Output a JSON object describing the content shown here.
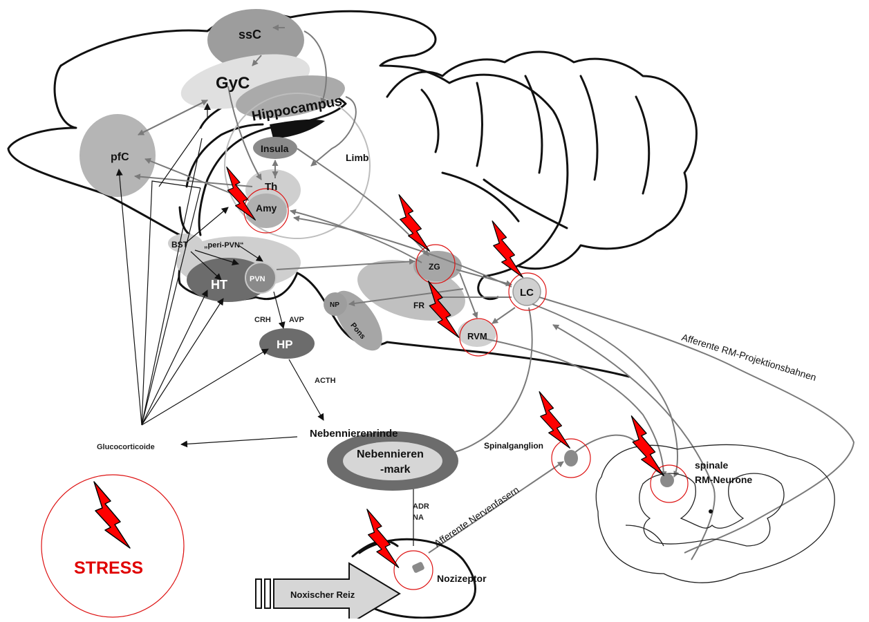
{
  "labels": {
    "ssC": "ssC",
    "GyC": "GyC",
    "hippocampus": "Hippocampus",
    "pfC": "pfC",
    "insula": "Insula",
    "limb": "Limb",
    "th": "Th",
    "amy": "Amy",
    "bst": "BST",
    "peri_pvn": "„peri-PVN“",
    "ht": "HT",
    "pvn": "PVN",
    "crh": "CRH",
    "avp": "AVP",
    "hp": "HP",
    "acth": "ACTH",
    "np": "NP",
    "pons": "Pons",
    "fr": "FR",
    "zg": "ZG",
    "lc": "LC",
    "rvm": "RVM",
    "glucocorticoide": "Glucocorticoide",
    "nebennierenrinde": "Nebennierenrinde",
    "nebennierenmark_1": "Nebennieren",
    "nebennierenmark_2": "-mark",
    "adr": "ADR",
    "na": "NA",
    "spinalganglion": "Spinalganglion",
    "spinale_1": "spinale",
    "spinale_2": "RM-Neurone",
    "afferente_rm": "Afferente RM-Projektionsbahnen",
    "afferente_nerven": "Afferente Nervenfasern",
    "noxischer_reiz": "Noxischer Reiz",
    "nozizeptor": "Nozizeptor",
    "stress": "STRESS"
  },
  "colors": {
    "region_light": "#d6d6d6",
    "region_mid": "#b3b3b3",
    "region_dark": "#8a8a8a",
    "region_darker": "#6c6c6c",
    "arrow_gray": "#7a7a7a",
    "alarm_red": "#ff0000",
    "stress_text": "#e00000"
  },
  "icons": [
    "lightning-bolt-icon",
    "arrow-icon",
    "block-arrow-icon"
  ]
}
